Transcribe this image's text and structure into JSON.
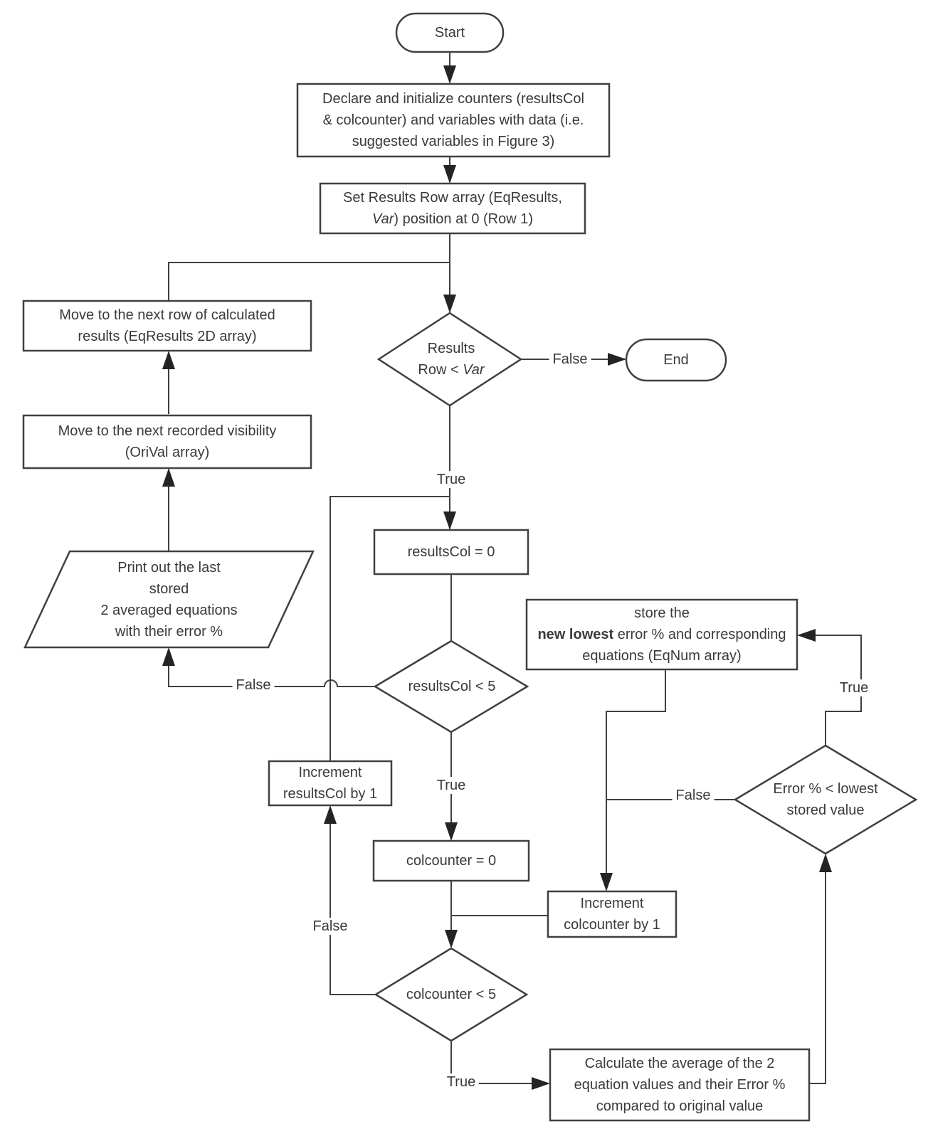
{
  "diagram_title": "Flowchart of nested loop algorithm for averaging equation results and tracking lowest error",
  "colors": {
    "background": "#ffffff",
    "shape_stroke": "#404040",
    "text": "#3a3a3a",
    "arrowhead": "#242424"
  },
  "edge_labels": {
    "true": "True",
    "false": "False"
  },
  "nodes": {
    "start": {
      "label": "Start"
    },
    "end": {
      "label": "End"
    },
    "declare": {
      "line1": "Declare and initialize counters (resultsCol",
      "line2": "& colcounter) and variables with data (i.e.",
      "line3": "suggested variables in Figure 3)"
    },
    "set_row": {
      "line1": "Set Results Row array (EqResults,",
      "var_italic": "Var",
      "line2_rest": ") position at 0 (Row 1)"
    },
    "results_row_check": {
      "line1": "Results",
      "line2_pre": "Row < ",
      "var_italic": "Var"
    },
    "move_next_row": {
      "line1": "Move to the next row of calculated",
      "line2": "results (EqResults 2D array)"
    },
    "move_next_visibility": {
      "line1": "Move to the next recorded visibility",
      "line2": "(OriVal array)"
    },
    "print_output": {
      "line1": "Print out the last",
      "line2": "stored",
      "line3": "2 averaged equations",
      "line4": "with their error %"
    },
    "results_col_init": {
      "label": "resultsCol = 0"
    },
    "store_lowest": {
      "line1": "store the",
      "line2_bold": "new lowest",
      "line2_rest": " error % and corresponding",
      "line3": "equations (EqNum array)"
    },
    "results_col_check": {
      "label": "resultsCol < 5"
    },
    "increment_results_col": {
      "line1": "Increment",
      "line2": "resultsCol by 1"
    },
    "error_check": {
      "line1": "Error % < lowest",
      "line2": "stored value"
    },
    "colcounter_init": {
      "label": "colcounter = 0"
    },
    "increment_colcounter": {
      "line1": "Increment",
      "line2": "colcounter by 1"
    },
    "colcounter_check": {
      "label": "colcounter < 5"
    },
    "calculate_average": {
      "line1": "Calculate the average of the 2",
      "line2": "equation values and their Error %",
      "line3": "compared to original value"
    }
  }
}
